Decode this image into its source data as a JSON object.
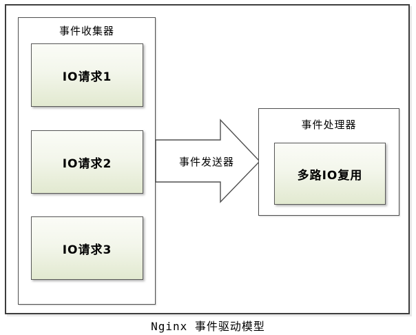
{
  "diagram": {
    "caption": "Nginx 事件驱动模型",
    "collector": {
      "title": "事件收集器",
      "boxes": [
        {
          "label": "IO请求1"
        },
        {
          "label": "IO请求2"
        },
        {
          "label": "IO请求3"
        }
      ]
    },
    "arrow": {
      "label": "事件发送器",
      "direction": "right"
    },
    "processor": {
      "title": "事件处理器",
      "box": {
        "label": "多路IO复用"
      }
    },
    "colors": {
      "background": "#ffffff",
      "frame_border": "#3d3d3d",
      "group_border": "#4e4e4e",
      "node_border": "#565656",
      "node_gradient_top": "#fbfcf7",
      "node_gradient_bottom": "#e2e9d0",
      "text": "#000000",
      "shadow": "#e9e9e9"
    }
  }
}
